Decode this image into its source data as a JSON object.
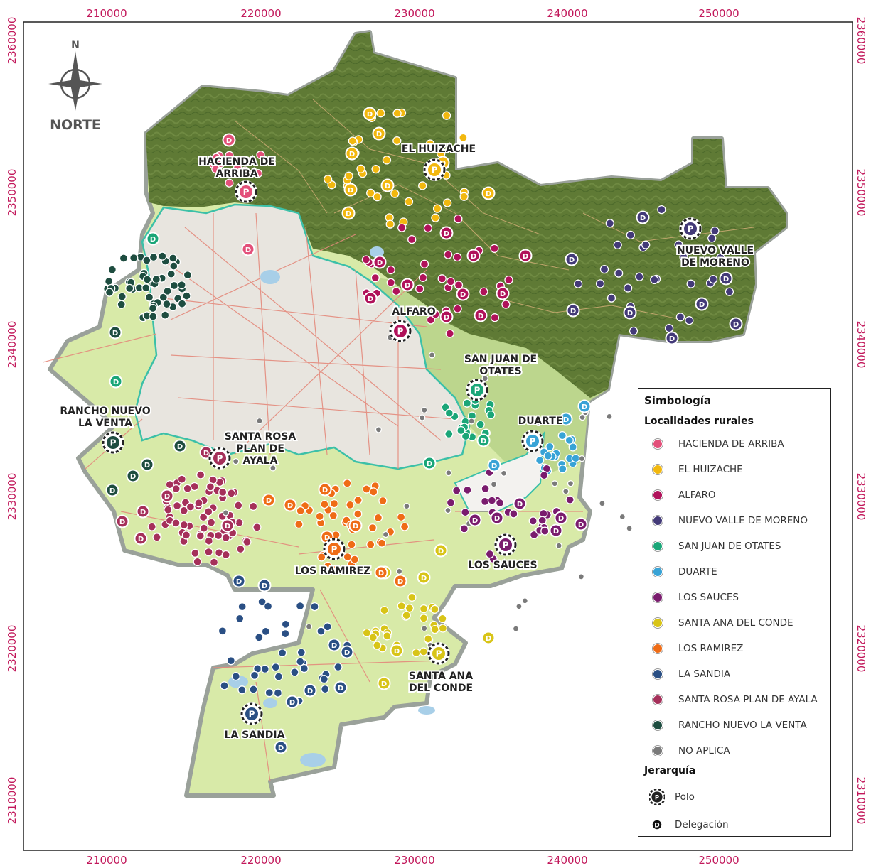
{
  "map": {
    "north_label": "NORTE",
    "north_letter": "N",
    "x_ticks": [
      "210000",
      "220000",
      "230000",
      "240000",
      "250000"
    ],
    "y_ticks": [
      "2360000",
      "2350000",
      "2340000",
      "2330000",
      "2320000",
      "2310000"
    ],
    "place_labels": [
      {
        "line1": "HACIENDA DE",
        "line2": "ARRIBA"
      },
      {
        "line1": "EL HUIZACHE",
        "line2": ""
      },
      {
        "line1": "NUEVO VALLE",
        "line2": "DE MORENO"
      },
      {
        "line1": "ALFARO",
        "line2": ""
      },
      {
        "line1": "SAN JUAN DE",
        "line2": "OTATES"
      },
      {
        "line1": "DUARTE",
        "line2": ""
      },
      {
        "line1": "RANCHO NUEVO",
        "line2": "LA VENTA"
      },
      {
        "line1": "SANTA ROSA",
        "line2": "PLAN DE",
        "line3": "AYALA"
      },
      {
        "line1": "LOS RAMIREZ",
        "line2": ""
      },
      {
        "line1": "LOS SAUCES",
        "line2": ""
      },
      {
        "line1": "SANTA ANA",
        "line2": "DEL CONDE"
      },
      {
        "line1": "LA SANDIA",
        "line2": ""
      }
    ],
    "polo_letter": "P",
    "delegacion_letter": "D",
    "colors": {
      "forest": "#5f7a35",
      "light_green": "#d6e9a4",
      "mid_green": "#b9d48a",
      "urban": "#e9e6e1",
      "urban_border": "#3cc0a8",
      "roads": "#e07c6c",
      "frame": "#222222",
      "coord": "#c2185b"
    }
  },
  "legend": {
    "title": "Simbología",
    "section_localities": "Localidades rurales",
    "items": [
      {
        "label": "HACIENDA DE ARRIBA",
        "color": "#e3507a"
      },
      {
        "label": "EL HUIZACHE",
        "color": "#f2b80f"
      },
      {
        "label": "ALFARO",
        "color": "#b0125a"
      },
      {
        "label": "NUEVO VALLE DE MORENO",
        "color": "#433a78"
      },
      {
        "label": "SAN JUAN DE OTATES",
        "color": "#1aa678"
      },
      {
        "label": "DUARTE",
        "color": "#38a3d6"
      },
      {
        "label": "LOS SAUCES",
        "color": "#7a1c6e"
      },
      {
        "label": "SANTA ANA DEL CONDE",
        "color": "#d8c417"
      },
      {
        "label": "LOS RAMIREZ",
        "color": "#ef6c16"
      },
      {
        "label": "LA SANDIA",
        "color": "#2a4f84"
      },
      {
        "label": "SANTA ROSA PLAN DE AYALA",
        "color": "#a5305a"
      },
      {
        "label": "RANCHO NUEVO LA VENTA",
        "color": "#1e4d40"
      },
      {
        "label": "NO APLICA",
        "color": "#7a7a7a"
      }
    ],
    "section_hierarchy": "Jerarquía",
    "polo_label": "Polo",
    "delegacion_label": "Delegación"
  }
}
